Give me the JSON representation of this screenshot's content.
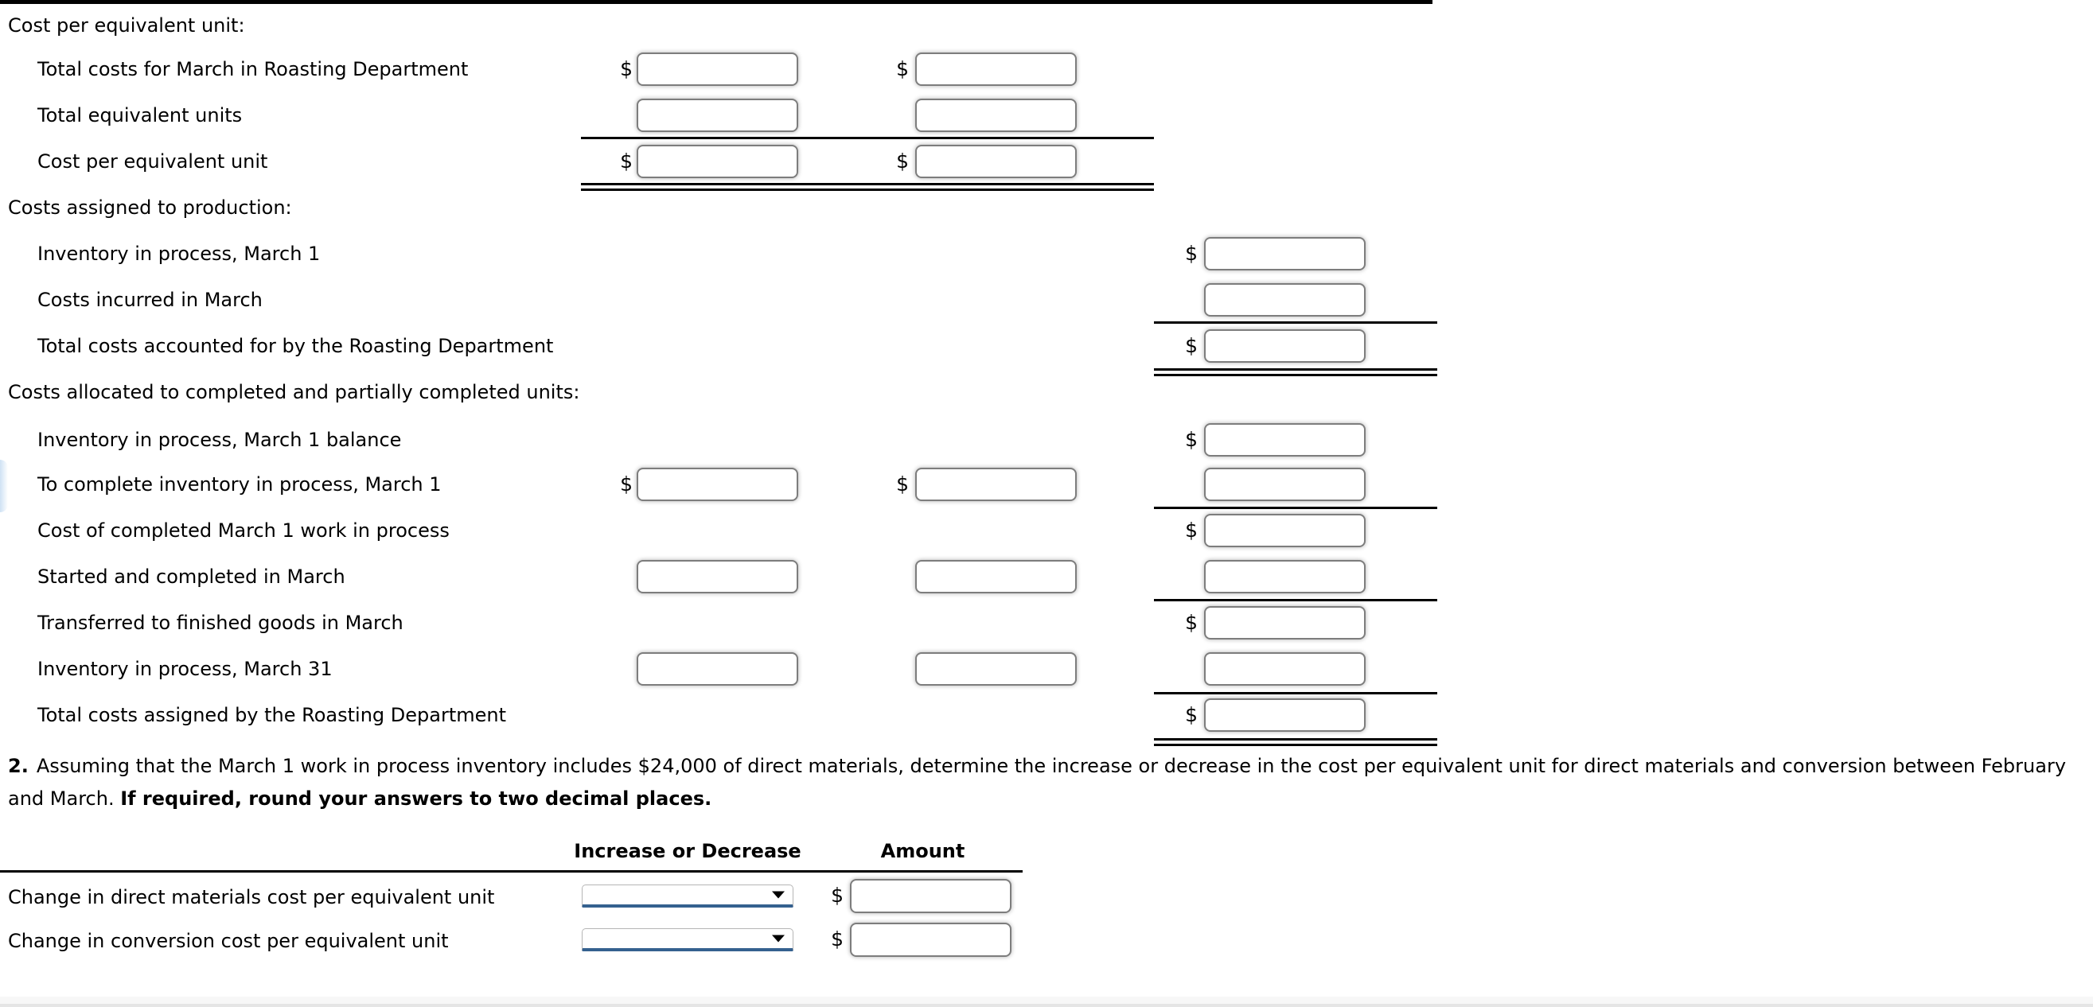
{
  "currency": "$",
  "empty_input_value": "",
  "sections": [
    {
      "title": "Cost per equivalent unit:",
      "rows": [
        {
          "label": "Total costs for March in Roasting Department"
        },
        {
          "label": "Total equivalent units"
        },
        {
          "label": "Cost per equivalent unit"
        }
      ]
    },
    {
      "title": "Costs assigned to production:",
      "rows": [
        {
          "label": "Inventory in process, March 1"
        },
        {
          "label": "Costs incurred in March"
        },
        {
          "label": "Total costs accounted for by the Roasting Department"
        }
      ]
    },
    {
      "title": "Costs allocated to completed and partially completed units:",
      "rows": [
        {
          "label": "Inventory in process, March 1 balance"
        },
        {
          "label": "To complete inventory in process, March 1"
        },
        {
          "label": "Cost of completed March 1 work in process"
        },
        {
          "label": "Started and completed in March"
        },
        {
          "label": "Transferred to finished goods in March"
        },
        {
          "label": "Inventory in process, March 31"
        },
        {
          "label": "Total costs assigned by the Roasting Department"
        }
      ]
    }
  ],
  "question2": {
    "number": "2.",
    "line1": "Assuming that the March 1 work in process inventory includes $24,000 of direct materials, determine the increase or decrease in the cost per equivalent unit for direct materials and conversion between February",
    "line2": "and March. ",
    "line2_bold": "If required, round your answers to two decimal places."
  },
  "change_table": {
    "col_header_change": "Increase or Decrease",
    "col_header_amount": "Amount",
    "rows": [
      {
        "label": "Change in direct materials cost per equivalent unit",
        "selected": "",
        "amount": ""
      },
      {
        "label": "Change in conversion cost per equivalent unit",
        "selected": "",
        "amount": ""
      }
    ]
  }
}
